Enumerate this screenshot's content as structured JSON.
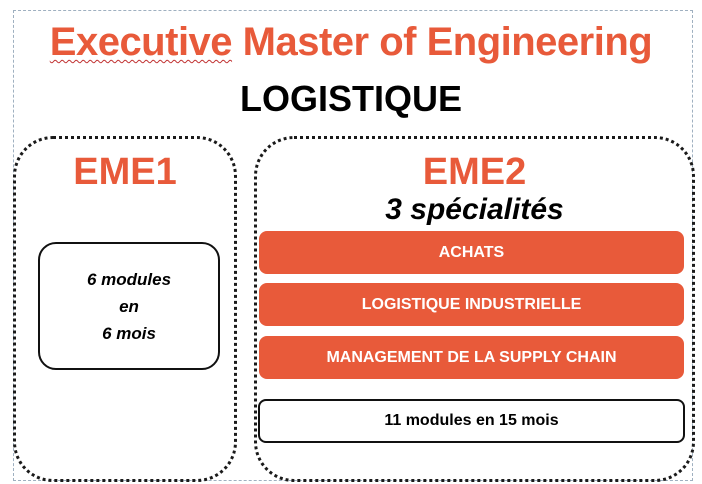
{
  "header": {
    "title_part1": "Executive",
    "title_part2": " Master of Engineering",
    "subtitle": "LOGISTIQUE"
  },
  "eme1": {
    "title": "EME1",
    "box_lines": [
      "6 modules",
      "en",
      "6 mois"
    ]
  },
  "eme2": {
    "title": "EME2",
    "subtitle": "3 spécialités",
    "specialties": [
      "ACHATS",
      "LOGISTIQUE INDUSTRIELLE",
      "MANAGEMENT DE LA SUPPLY CHAIN"
    ],
    "summary": "11 modules en 15 mois"
  },
  "colors": {
    "accent": "#e85a3a",
    "text": "#000000",
    "frame": "#9fb0c0"
  }
}
